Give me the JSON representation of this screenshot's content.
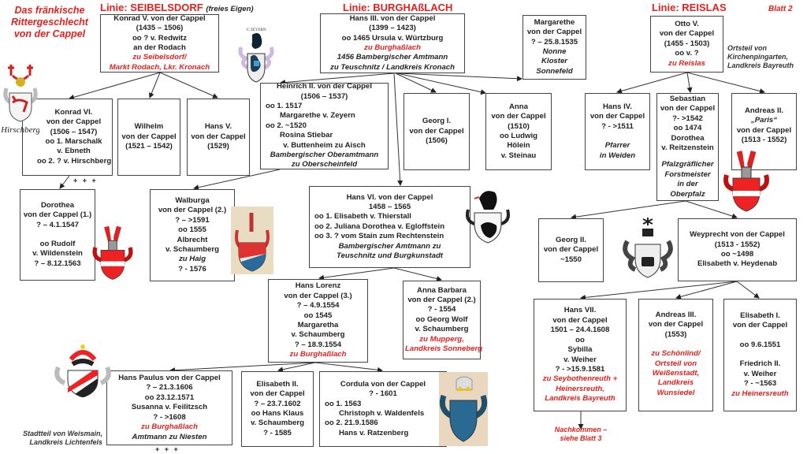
{
  "title": [
    "Das fränkische",
    "Rittergeschlecht",
    "von der Cappel"
  ],
  "sheet": "Blatt 2",
  "lines": {
    "seibelsdorf": {
      "label": "Linie: SEIBELSDORF",
      "sub": "(freies Eigen)"
    },
    "burghasslach": {
      "label": "Linie: BURGHAßLACH"
    },
    "reislas": {
      "label": "Linie: REISLAS"
    }
  },
  "notes": {
    "reislas": [
      "Ortsteil von",
      "Kirchenpingarten,",
      "Landkreis Bayreuth"
    ],
    "weismain": [
      "Stadtteil von Weismain,",
      "Landkreis Lichtenfels"
    ],
    "nachkommen": [
      "Nachkommen –",
      "siehe Blatt 3"
    ],
    "plus1": "+ + +",
    "plus2": "+ + +"
  },
  "crest_labels": {
    "zeyern": "V. ZEYERN",
    "hirschberg": "Hirschberg"
  },
  "accent_color": "#e8201e",
  "persons": {
    "konrad5": [
      {
        "t": "Konrad V. von der Cappel"
      },
      {
        "t": "(1435 – 1506)"
      },
      {
        "t": "oo ? v. Redwitz"
      },
      {
        "t": "an der Rodach"
      },
      {
        "t": "zu Seibelsdorf/",
        "c": "red"
      },
      {
        "t": "Markt Rodach, Lkr. Kronach",
        "c": "red"
      }
    ],
    "konrad6": [
      {
        "t": "Konrad VI."
      },
      {
        "t": "von der Cappel"
      },
      {
        "t": "(1506 – 1547)"
      },
      {
        "t": "oo 1. Marschalk"
      },
      {
        "t": "v. Ebneth"
      },
      {
        "t": "oo 2. ? v. Hirschberg"
      }
    ],
    "wilhelm": [
      {
        "t": "Wilhelm"
      },
      {
        "t": "von der Cappel"
      },
      {
        "t": "(1521 – 1542)"
      }
    ],
    "hans5": [
      {
        "t": "Hans V."
      },
      {
        "t": "von der Cappel"
      },
      {
        "t": "(1529)"
      }
    ],
    "hans3": [
      {
        "t": "Hans III. von der Cappel"
      },
      {
        "t": "(1399 – 1423)"
      },
      {
        "t": "oo 1465 Ursula v. Würtzburg"
      },
      {
        "t": "zu Burghaßlach",
        "c": "red"
      },
      {
        "t": "1456 Bambergischer  Amtmann",
        "c": "italic"
      },
      {
        "t": "zu Teuschnitz  / Landkreis Kronach",
        "c": "italic"
      }
    ],
    "margarethe": [
      {
        "t": "Margarethe"
      },
      {
        "t": "von der Cappel"
      },
      {
        "t": "? – 25.8.1535"
      },
      {
        "t": "Nonne",
        "c": "italic"
      },
      {
        "t": "Kloster",
        "c": "italic"
      },
      {
        "t": "Sonnefeld",
        "c": "italic"
      }
    ],
    "heinrich2": [
      {
        "t": "Heinrich II. von der Cappel"
      },
      {
        "t": "(1506 – 1537)"
      },
      {
        "t": "oo 1. 1517",
        "a": "l"
      },
      {
        "t": "Margarethe v. Zeyern",
        "a": "il"
      },
      {
        "t": "oo 2. ~1520",
        "a": "l"
      },
      {
        "t": "Rosina  Stiebar",
        "a": "il"
      },
      {
        "t": "v. Buttenheim zu Aisch"
      },
      {
        "t": "Bambergischer  Oberamtmann",
        "c": "italic"
      },
      {
        "t": "zu Oberscheinfeld",
        "c": "italic"
      }
    ],
    "georg1": [
      {
        "t": "Georg I."
      },
      {
        "t": "von der Cappel"
      },
      {
        "t": "(1506)"
      }
    ],
    "anna": [
      {
        "t": "Anna"
      },
      {
        "t": "von der Cappel"
      },
      {
        "t": "(1510)"
      },
      {
        "t": "oo Ludwig"
      },
      {
        "t": "Hölein"
      },
      {
        "t": "v. Steinau"
      }
    ],
    "otto5": [
      {
        "t": "Otto V."
      },
      {
        "t": "von der Cappel"
      },
      {
        "t": "(1455 - 1503)"
      },
      {
        "t": "oo v. ?"
      },
      {
        "t": "zu Reislas",
        "c": "red"
      }
    ],
    "hans4": [
      {
        "t": "Hans IV."
      },
      {
        "t": "von der Cappel"
      },
      {
        "t": "? - >1511"
      },
      {
        "t": "",
        "c": "blank"
      },
      {
        "t": "Pfarrer",
        "c": "italic"
      },
      {
        "t": "in Weiden",
        "c": "italic"
      }
    ],
    "sebastian": [
      {
        "t": "Sebastian"
      },
      {
        "t": "von der Cappel"
      },
      {
        "t": "?- >1542"
      },
      {
        "t": "oo 1474"
      },
      {
        "t": "Dorothea"
      },
      {
        "t": "v. Reitzenstein"
      },
      {
        "t": "",
        "c": "blank"
      },
      {
        "t": "Pfalzgräflicher",
        "c": "italic"
      },
      {
        "t": "Forstmeister",
        "c": "italic"
      },
      {
        "t": "in der",
        "c": "italic"
      },
      {
        "t": "Oberpfalz",
        "c": "italic"
      }
    ],
    "andreas2": [
      {
        "t": "Andreas II."
      },
      {
        "t": "„Paris“",
        "c": "italic"
      },
      {
        "t": "von der Cappel"
      },
      {
        "t": "(1513 - 1552)"
      }
    ],
    "dorothea": [
      {
        "t": "Dorothea"
      },
      {
        "t": "von der Cappel (1.)"
      },
      {
        "t": "? – 4.1.1547"
      },
      {
        "t": "",
        "c": "blank"
      },
      {
        "t": "oo Rudolf"
      },
      {
        "t": "v. Wildenstein"
      },
      {
        "t": "? – 8.12.1563"
      }
    ],
    "walburga": [
      {
        "t": "Walburga"
      },
      {
        "t": "von der Cappel (2.)"
      },
      {
        "t": "? – >1591"
      },
      {
        "t": "oo 1555"
      },
      {
        "t": "Albrecht"
      },
      {
        "t": "v. Schaumberg"
      },
      {
        "t": "zu Haig",
        "c": "italic"
      },
      {
        "t": "? - 1576"
      }
    ],
    "hans6": [
      {
        "t": "Hans VI. von der Cappel"
      },
      {
        "t": "1458 – 1565"
      },
      {
        "t": "oo 1. Elisabeth v. Thierstall",
        "a": "l"
      },
      {
        "t": "oo 2. Juliana Dorothea v. Egloffstein",
        "a": "l"
      },
      {
        "t": "oo 3. ? vom Stain zum Rechtenstein",
        "a": "l"
      },
      {
        "t": "Bambergischer  Amtmann zu",
        "c": "italic"
      },
      {
        "t": "Teuschnitz  und Burgkunstadt",
        "c": "italic"
      }
    ],
    "georg2": [
      {
        "t": "Georg II."
      },
      {
        "t": "von der Cappel"
      },
      {
        "t": "~1550"
      }
    ],
    "weyprecht": [
      {
        "t": "Weyprecht von der Cappel"
      },
      {
        "t": "(1513 - 1552)"
      },
      {
        "t": "oo ~1498"
      },
      {
        "t": "Elisabeth v. Heydenab"
      }
    ],
    "hanslorenz": [
      {
        "t": "Hans Lorenz"
      },
      {
        "t": "von der Cappel (3.)"
      },
      {
        "t": "? – 4.9.1554"
      },
      {
        "t": "oo 1545"
      },
      {
        "t": "Margaretha"
      },
      {
        "t": "v. Schaumberg"
      },
      {
        "t": "? – 18.9.1554"
      },
      {
        "t": "zu Burghaßlach",
        "c": "red"
      }
    ],
    "annabarbara": [
      {
        "t": "Anna Barbara"
      },
      {
        "t": "von der Cappel (2.)"
      },
      {
        "t": "? - 1554"
      },
      {
        "t": "oo Georg Wolf"
      },
      {
        "t": "v. Schaumberg"
      },
      {
        "t": "zu Mupperg,",
        "c": "red"
      },
      {
        "t": "Landkreis  Sonneberg",
        "c": "red"
      }
    ],
    "hans7": [
      {
        "t": "Hans VII."
      },
      {
        "t": "von der Cappel"
      },
      {
        "t": "1501 – 24.4.1608"
      },
      {
        "t": "oo"
      },
      {
        "t": "Sybilla"
      },
      {
        "t": "v. Weiher"
      },
      {
        "t": "? - >15.9.1581"
      },
      {
        "t": "zu Seybothenreuth  +",
        "c": "red"
      },
      {
        "t": "Heinersreuth,",
        "c": "red"
      },
      {
        "t": "Landkreis  Bayreuth",
        "c": "red"
      }
    ],
    "andreas3": [
      {
        "t": "Andreas III."
      },
      {
        "t": "von der Cappel"
      },
      {
        "t": "(1553)"
      },
      {
        "t": "",
        "c": "blank"
      },
      {
        "t": "zu Schönlind/",
        "c": "red"
      },
      {
        "t": "Ortsteil  von",
        "c": "red"
      },
      {
        "t": "Weißenstadt,",
        "c": "red"
      },
      {
        "t": "Landkreis",
        "c": "red"
      },
      {
        "t": "Wunsiedel",
        "c": "red"
      }
    ],
    "elisabeth1": [
      {
        "t": "Elisabeth I."
      },
      {
        "t": "von der Cappel"
      },
      {
        "t": "",
        "c": "blank"
      },
      {
        "t": "oo 9.6.1551"
      },
      {
        "t": "",
        "c": "blank"
      },
      {
        "t": "Friedrich II."
      },
      {
        "t": "v. Weiher"
      },
      {
        "t": "? - ~1563"
      },
      {
        "t": "zu Heinersreuth",
        "c": "red"
      }
    ],
    "hanspaulus": [
      {
        "t": "Hans Paulus von der Cappel"
      },
      {
        "t": "? – 21.3.1606"
      },
      {
        "t": "oo 23.12.1571"
      },
      {
        "t": "Susanna v. Feilitzsch"
      },
      {
        "t": "? - >1608"
      },
      {
        "t": "zu Burghaßlach",
        "c": "red"
      },
      {
        "t": "Amtmann zu Niesten",
        "c": "italic"
      }
    ],
    "elisabeth2": [
      {
        "t": "Elisabeth II."
      },
      {
        "t": "von der Cappel"
      },
      {
        "t": "? – 23.7.1602"
      },
      {
        "t": "oo Hans Klaus"
      },
      {
        "t": "v. Schaumberg"
      },
      {
        "t": "? - 1585"
      }
    ],
    "cordula": [
      {
        "t": "Cordula von der Cappel"
      },
      {
        "t": "? - 1601"
      },
      {
        "t": "oo 1. 1563",
        "a": "l"
      },
      {
        "t": "Christoph  v. Waldenfels",
        "a": "il"
      },
      {
        "t": "oo 2.  21.9.1586",
        "a": "l"
      },
      {
        "t": "Hans v. Ratzenberg",
        "a": "il"
      }
    ]
  }
}
